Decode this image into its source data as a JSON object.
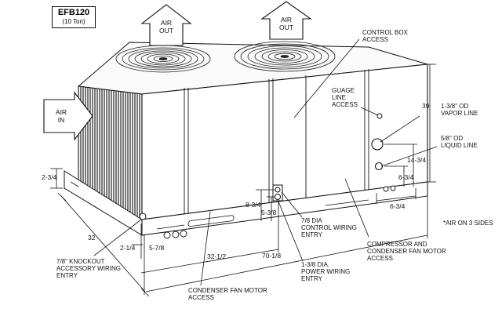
{
  "model": {
    "name": "EFB120",
    "capacity": "(10 Ton)"
  },
  "airflow": {
    "out_1": [
      "AIR",
      "OUT"
    ],
    "out_2": [
      "AIR",
      "OUT"
    ],
    "in": [
      "AIR",
      "IN"
    ]
  },
  "callouts": {
    "control_box": [
      "CONTROL BOX",
      "ACCESS"
    ],
    "guage_line": [
      "GUAGE",
      "LINE",
      "ACCESS"
    ],
    "vapor_line": [
      "1-3/8\" OD",
      "VAPOR LINE"
    ],
    "liquid_line": [
      "5/8\" OD",
      "LIQUID LINE"
    ],
    "control_wiring": [
      "7/8 DIA",
      "CONTROL WIRING",
      "ENTRY"
    ],
    "power_wiring": [
      "1-3/8 DIA.",
      "POWER WIRING",
      "ENTRY"
    ],
    "compressor_access": [
      "COMPRESSOR AND",
      "CONDENSER FAN MOTOR",
      "ACCESS"
    ],
    "knockout": [
      "7/8\" KNOCKOUT",
      "ACCESSORY WIRING",
      "ENTRY"
    ],
    "condenser_fan_access": [
      "CONDENSER FAN MOTOR",
      "ACCESS"
    ],
    "footnote": "*AIR ON 3 SIDES"
  },
  "dimensions": {
    "height": "39",
    "vapor_height": "14-3/4",
    "liquid_height": "6-3/4",
    "rear_offset": "6-3/4",
    "base_height": "2-3/4",
    "depth": "32",
    "knockout_x": "2-1/4",
    "knockout_y": "5-7/8",
    "power_width": "32-1/2",
    "overall_width": "70-1/8",
    "control_y": "8-3/4",
    "power_y": "5-3/8"
  }
}
